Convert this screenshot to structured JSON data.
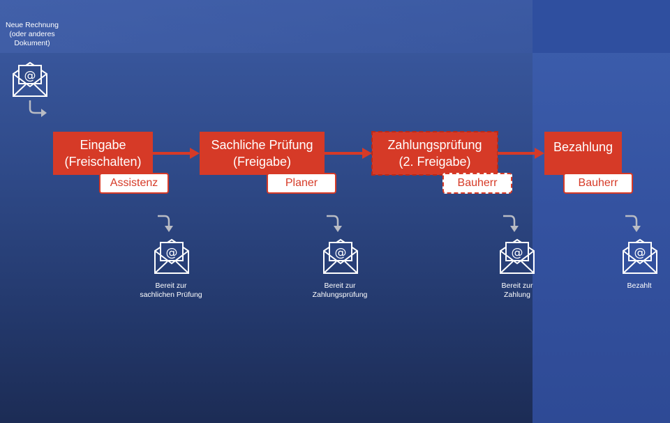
{
  "start": {
    "label_lines": [
      "Neue Rechnung",
      "(oder anderes",
      "Dokument)"
    ],
    "icon": "email-envelope-icon"
  },
  "steps": [
    {
      "title": [
        "Eingabe",
        "(Freischalten)"
      ],
      "role": "Assistenz"
    },
    {
      "title": [
        "Sachliche Prüfung",
        "(Freigabe)"
      ],
      "role": "Planer"
    },
    {
      "title": [
        "Zahlungsprüfung",
        "(2. Freigabe)"
      ],
      "role": "Bauherr"
    },
    {
      "title": [
        "Bezahlung"
      ],
      "role": "Bauherr"
    }
  ],
  "outputs": [
    {
      "label_lines": [
        "Bereit zur",
        "sachlichen Prüfung"
      ]
    },
    {
      "label_lines": [
        "Bereit zur",
        "Zahlungsprüfung"
      ]
    },
    {
      "label_lines": [
        "Bereit zur",
        "Zahlung"
      ]
    },
    {
      "label_lines": [
        "Bezahlt"
      ]
    }
  ],
  "colors": {
    "accent": "#d63a27",
    "background": "#2f4a89",
    "icon": "#ffffff",
    "arrow": "#b9bcc4"
  }
}
